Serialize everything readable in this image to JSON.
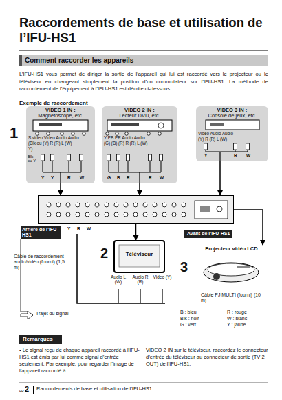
{
  "diagram": {
    "title": "Raccordements de base et utilisation de l’IFU-HS1",
    "nodes": [
      {
        "text": [
          "VIDEO 1 IN :",
          "Magnétoscope, etc."
        ]
      },
      {
        "text": [
          "VIDEO 2 IN :",
          "Lecteur DVD, etc."
        ]
      },
      {
        "text": [
          "VIDEO 3 IN :",
          "Console de jeux, etc."
        ]
      },
      {
        "text": [
          "Arrière de l’IFU-HS1",
          "Avant de l’IFU-HS1"
        ]
      },
      {
        "text": [
          "Téléviseur"
        ]
      },
      {
        "text": [
          "Projecteur vidéo LCD"
        ]
      }
    ],
    "edges": [
      {
        "from": 0,
        "to": 3,
        "arrow": "to"
      },
      {
        "from": 1,
        "to": 3,
        "arrow": "to"
      },
      {
        "from": 2,
        "to": 3,
        "arrow": "to"
      },
      {
        "from": 3,
        "to": 4,
        "arrow": "to"
      },
      {
        "from": 3,
        "to": 5,
        "arrow": "to"
      }
    ],
    "labels": [
      "Comment raccorder les appareils",
      "L’IFU-HS1 vous permet de diriger la sortie de l’appareil qui lui est raccordé vers le projecteur ou le téléviseur en changeant simplement la position d’un commutateur sur l’IFU-HS1. La méthode de raccordement de l’équipement à l’IFU-HS1 est décrite ci-dessous.",
      "Exemple de raccordement",
      "1",
      "S video Video Audio Audio",
      "(Blk ou (Y) R (R) L (W)",
      "Y)",
      "Blk ou Y",
      "Y",
      "Y",
      "R",
      "W",
      "Y PB PR Audio Audio",
      "(G) (B) (R) R (R) L (W)",
      "G",
      "B",
      "R",
      "R",
      "W",
      "Video Audio Audio",
      "(Y) R (R) L (W)",
      "Y",
      "R",
      "W",
      "Y",
      "R",
      "W",
      "2",
      "Audio L (W)",
      "Audio R (R)",
      "Video (Y)",
      "3",
      "Câble de raccordement audio/vidéo (fourni) (1,5 m)",
      "Câble PJ MULTI (fourni) (10 m)",
      "B : bleu",
      "Blk : noir",
      "G : vert",
      "R : rouge",
      "W : blanc",
      "Y : jaune",
      "Remarques",
      "• Le signal reçu de chaque appareil raccordé à l’IFU-HS1 est émis par lui comme signal d’entrée seulement. Par exemple, pour regarder l’image de l’appareil raccordé à",
      "VIDEO 2 IN sur le téléviseur, raccordez le connecteur d’entrée du téléviseur au connecteur de sortie (TV 2 OUT) de l’IFU-HS1.",
      "FR",
      "2",
      "Raccordements de base et utilisation de l’IFU-HS1"
    ],
    "legend": [
      {
        "text": "Trajet du signal"
      }
    ]
  }
}
